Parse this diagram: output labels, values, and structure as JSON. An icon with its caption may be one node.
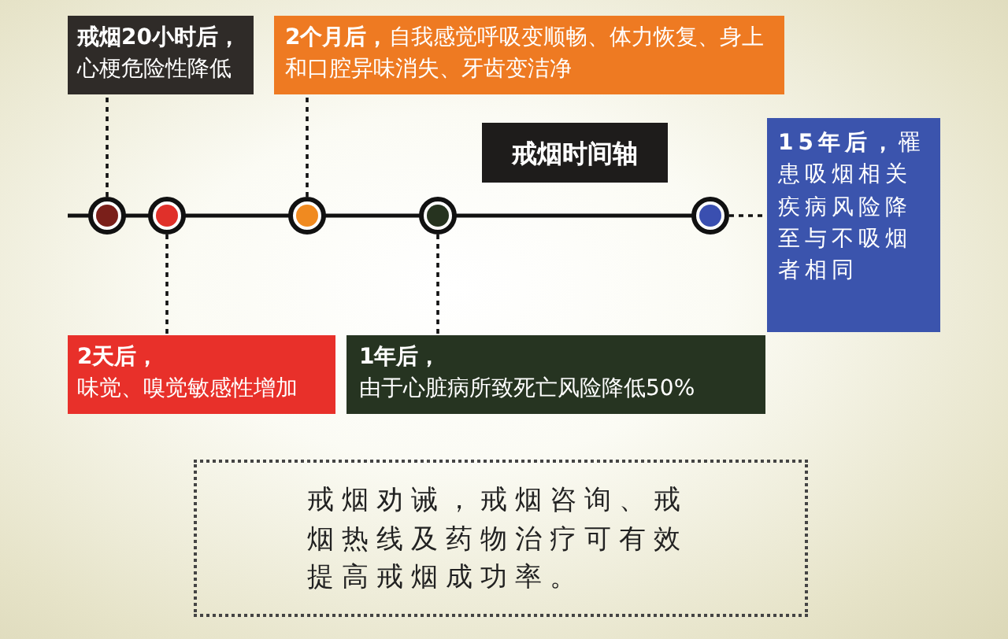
{
  "diagram": {
    "nodes": [
      {
        "text": [
          "戒烟20小时后，",
          "心梗危险性降低"
        ]
      },
      {
        "text": [
          "2个月后，",
          "自我感觉呼吸变顺畅、体力恢复、身上和口腔异味消失、牙齿变洁净"
        ]
      },
      {
        "text": [
          "戒烟时间轴"
        ]
      },
      {
        "text": [
          "15年后，",
          "罹患吸烟相关疾病风险降至与不吸烟者相同"
        ]
      },
      {
        "text": [
          "2天后，",
          "味觉、嗅觉敏感性增加"
        ]
      },
      {
        "text": [
          "1年后，",
          "由于心脏病所致死亡风险降低50%"
        ]
      },
      {
        "text": [
          "戒烟劝诫，戒烟咨询、戒烟热线及药物治疗可有效提高戒烟成功率。"
        ]
      },
      {
        "text": [],
        "shape": "circle"
      },
      {
        "text": [],
        "shape": "circle"
      },
      {
        "text": [],
        "shape": "circle"
      },
      {
        "text": [],
        "shape": "circle"
      },
      {
        "text": [],
        "shape": "circle"
      }
    ],
    "edges": [
      {
        "from": 7,
        "to": 0,
        "arrow": "none",
        "style": "dashed"
      },
      {
        "from": 8,
        "to": 4,
        "arrow": "none",
        "style": "dashed"
      },
      {
        "from": 9,
        "to": 1,
        "arrow": "none",
        "style": "dashed"
      },
      {
        "from": 10,
        "to": 5,
        "arrow": "none",
        "style": "dashed"
      },
      {
        "from": 11,
        "to": 3,
        "arrow": "none",
        "style": "dashed"
      }
    ]
  }
}
